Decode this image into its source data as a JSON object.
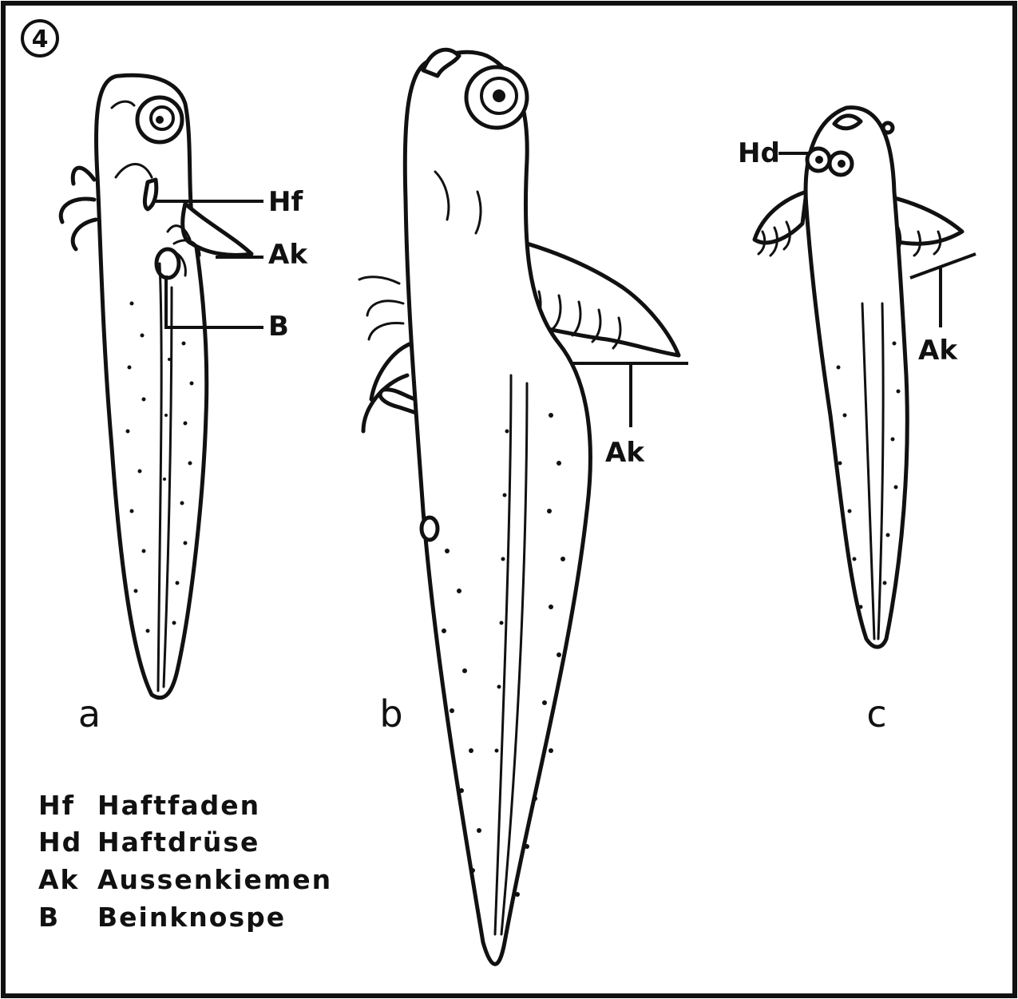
{
  "figure_number": "4",
  "panels": {
    "a": "a",
    "b": "b",
    "c": "c"
  },
  "labels": {
    "hf": "Hf",
    "ak": "Ak",
    "b": "B",
    "hd": "Hd"
  },
  "legend": [
    {
      "abbr": "Hf",
      "term": "Haftfaden"
    },
    {
      "abbr": "Hd",
      "term": "Haftdrüse"
    },
    {
      "abbr": "Ak",
      "term": "Aussenkiemen"
    },
    {
      "abbr": "B",
      "term": "Beinknospe"
    }
  ],
  "colors": {
    "ink": "#111111",
    "paper": "#ffffff"
  }
}
